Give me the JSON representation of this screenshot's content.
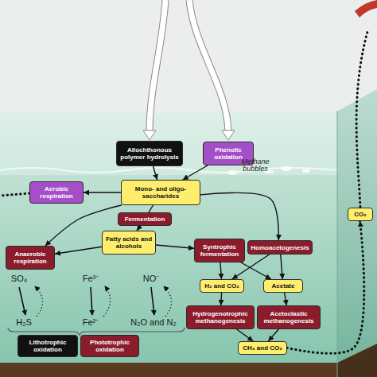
{
  "diagram": {
    "nodes": [
      {
        "text": [
          "Allochthonous polymer hydrolysis"
        ]
      },
      {
        "text": [
          "Phenolic oxidation"
        ]
      },
      {
        "text": [
          "Mono- and oligo-saccharides"
        ]
      },
      {
        "text": [
          "Aerobic respiration"
        ]
      },
      {
        "text": [
          "Fermentation"
        ]
      },
      {
        "text": [
          "Fatty acids and alcohols"
        ]
      },
      {
        "text": [
          "Anaerobic respiration"
        ]
      },
      {
        "text": [
          "Syntrophic fermentation"
        ]
      },
      {
        "text": [
          "Homoacetogenesis"
        ]
      },
      {
        "text": [
          "H₂ and CO₂"
        ]
      },
      {
        "text": [
          "Acetate"
        ]
      },
      {
        "text": [
          "Hydrogenotrophic methanogenesis"
        ]
      },
      {
        "text": [
          "Acetoclastic methanogenesis"
        ]
      },
      {
        "text": [
          "CH₄ and CO₂"
        ]
      },
      {
        "text": [
          "CO₂"
        ]
      },
      {
        "text": [
          "Lithotrophic oxidation"
        ]
      },
      {
        "text": [
          "Phototrophic oxidation"
        ]
      }
    ],
    "edges": [
      {
        "from": 0,
        "to": 2,
        "arrow": "to"
      },
      {
        "from": 1,
        "to": 2,
        "arrow": "to"
      },
      {
        "from": 2,
        "to": 3,
        "arrow": "to"
      },
      {
        "from": 2,
        "to": 4,
        "arrow": "none"
      },
      {
        "from": 4,
        "to": 5,
        "arrow": "to"
      },
      {
        "from": 2,
        "to": 6,
        "arrow": "to"
      },
      {
        "from": 2,
        "to": 8,
        "arrow": "to"
      },
      {
        "from": 5,
        "to": 6,
        "arrow": "to"
      },
      {
        "from": 5,
        "to": 7,
        "arrow": "to"
      },
      {
        "from": 7,
        "to": 9,
        "arrow": "to"
      },
      {
        "from": 7,
        "to": 10,
        "arrow": "to"
      },
      {
        "from": 8,
        "to": 9,
        "arrow": "to"
      },
      {
        "from": 8,
        "to": 10,
        "arrow": "to"
      },
      {
        "from": 9,
        "to": 11,
        "arrow": "to"
      },
      {
        "from": 10,
        "to": 12,
        "arrow": "to"
      },
      {
        "from": 11,
        "to": 13,
        "arrow": "to"
      },
      {
        "from": 12,
        "to": 13,
        "arrow": "to"
      },
      {
        "from": 13,
        "to": 14,
        "arrow": "to"
      }
    ],
    "labels": [
      "Methane bubbles",
      "SO₄",
      "Fe³⁻",
      "NO⁻",
      "H₂S",
      "Fe²⁻",
      "N₂O and N₂"
    ]
  }
}
